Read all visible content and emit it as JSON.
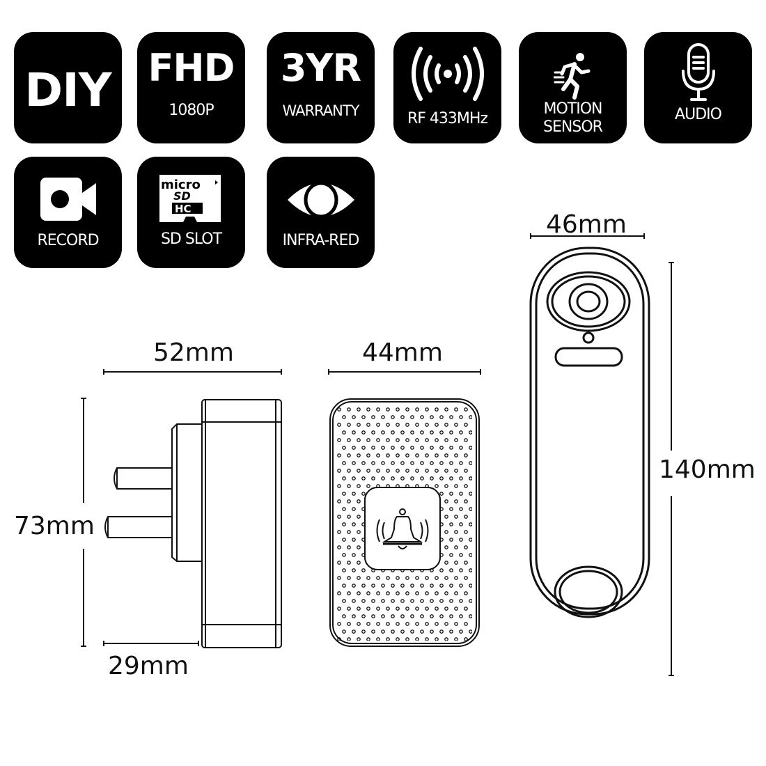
{
  "features": {
    "diy": {
      "label": "DIY"
    },
    "fhd": {
      "label": "FHD",
      "sub": "1080P"
    },
    "warranty": {
      "label": "3YR",
      "sub": "WARRANTY"
    },
    "rf": {
      "icon": "wireless-signal-icon",
      "sub": "RF 433MHz"
    },
    "motion": {
      "icon": "running-person-icon",
      "sub_line1": "MOTION",
      "sub_line2": "SENSOR"
    },
    "audio": {
      "icon": "microphone-icon",
      "sub": "AUDIO"
    },
    "record": {
      "icon": "video-camera-icon",
      "sub": "RECORD"
    },
    "sd": {
      "icon": "microsd-card-icon",
      "sub": "SD SLOT",
      "card_text_top": "micro",
      "card_text_mid": "SD",
      "card_text_bottom": "HC"
    },
    "infrared": {
      "icon": "eye-icon",
      "sub": "INFRA-RED"
    }
  },
  "dimensions": {
    "plug": {
      "width": "52mm",
      "height": "73mm",
      "depth": "29mm"
    },
    "chime": {
      "width": "44mm"
    },
    "doorbell": {
      "width": "46mm",
      "height": "140mm"
    }
  },
  "colors": {
    "badge_bg": "#000000",
    "badge_fg": "#ffffff",
    "line": "#111111"
  }
}
